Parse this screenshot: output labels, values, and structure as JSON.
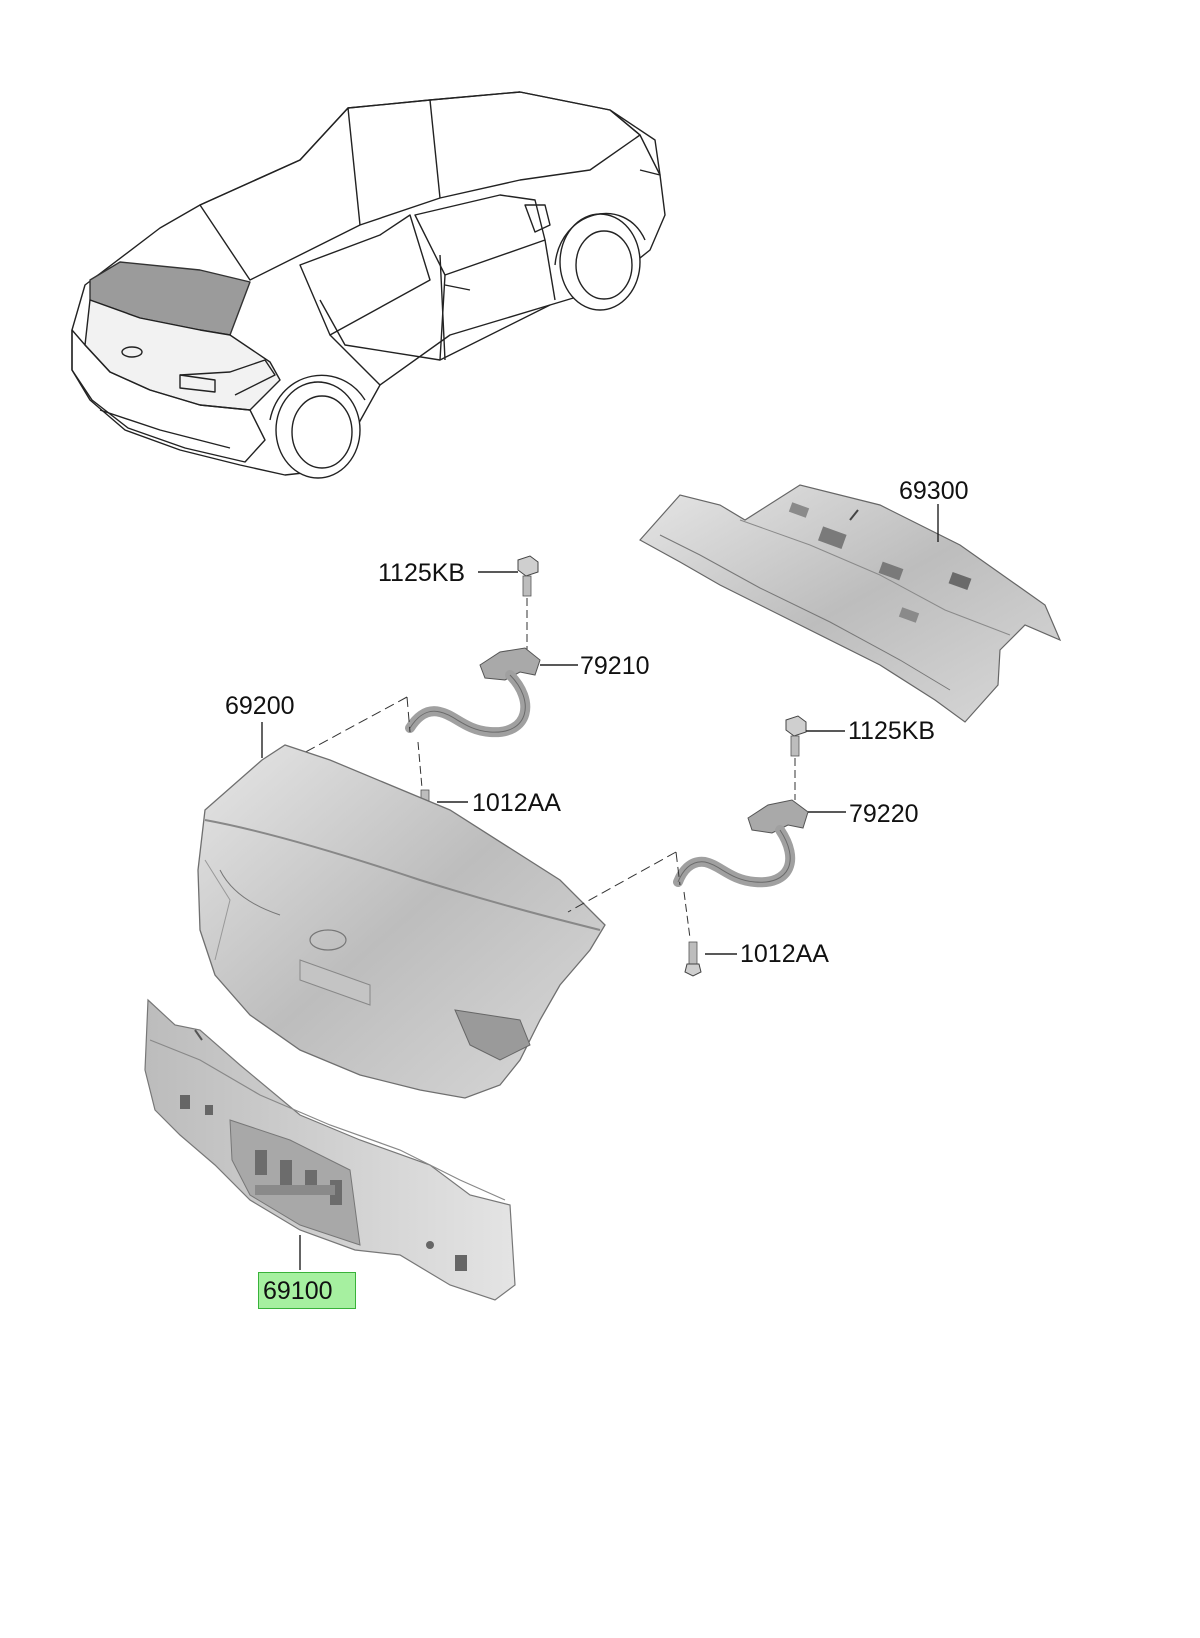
{
  "part_labels": [
    {
      "id": "p69300",
      "text": "69300"
    },
    {
      "id": "p1125kb_a",
      "text": "1125KB"
    },
    {
      "id": "p79210",
      "text": "79210"
    },
    {
      "id": "p69200",
      "text": "69200"
    },
    {
      "id": "p1125kb_b",
      "text": "1125KB"
    },
    {
      "id": "p1012aa_a",
      "text": "1012AA"
    },
    {
      "id": "p79220",
      "text": "79220"
    },
    {
      "id": "p1012aa_b",
      "text": "1012AA"
    },
    {
      "id": "p69100",
      "text": "69100",
      "highlighted": true
    }
  ],
  "colors": {
    "highlight_fill": "#a6f0a0",
    "highlight_border": "#39b23a",
    "part_fill": "#cfcfcf",
    "line": "#1a1a1a"
  }
}
